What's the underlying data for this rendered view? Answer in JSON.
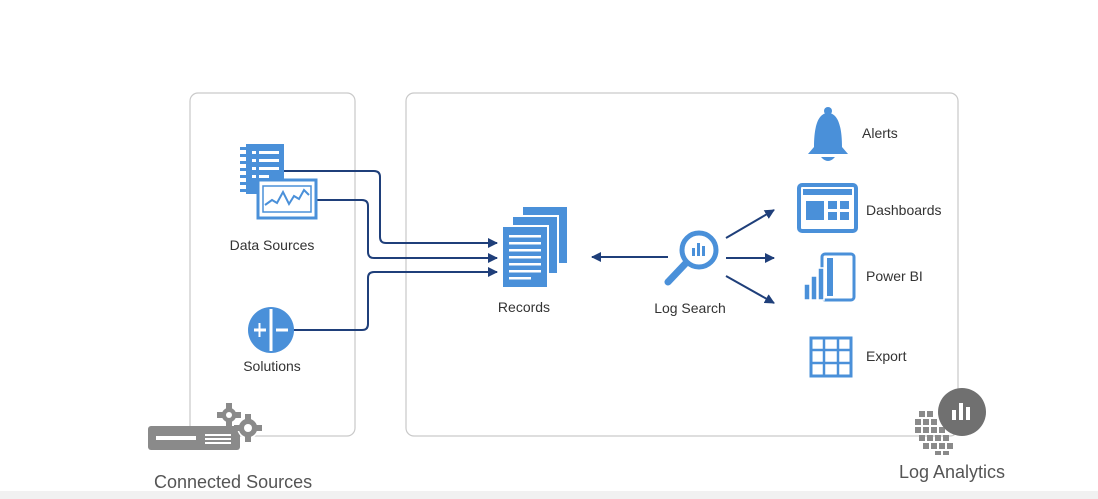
{
  "colors": {
    "accent": "#4a90d9",
    "connector": "#1f3f7a",
    "label": "#333333",
    "frame": "#c9c9c9",
    "icon_gray": "#8a8a8a"
  },
  "connected_sources": {
    "title": "Connected Sources",
    "data_sources_label": "Data Sources",
    "solutions_label": "Solutions"
  },
  "log_analytics": {
    "title": "Log Analytics",
    "records_label": "Records",
    "log_search_label": "Log Search",
    "outputs": [
      {
        "label": "Alerts",
        "icon": "bell-icon"
      },
      {
        "label": "Dashboards",
        "icon": "dashboard-icon"
      },
      {
        "label": "Power BI",
        "icon": "power-bi-icon"
      },
      {
        "label": "Export",
        "icon": "grid-icon"
      }
    ]
  }
}
